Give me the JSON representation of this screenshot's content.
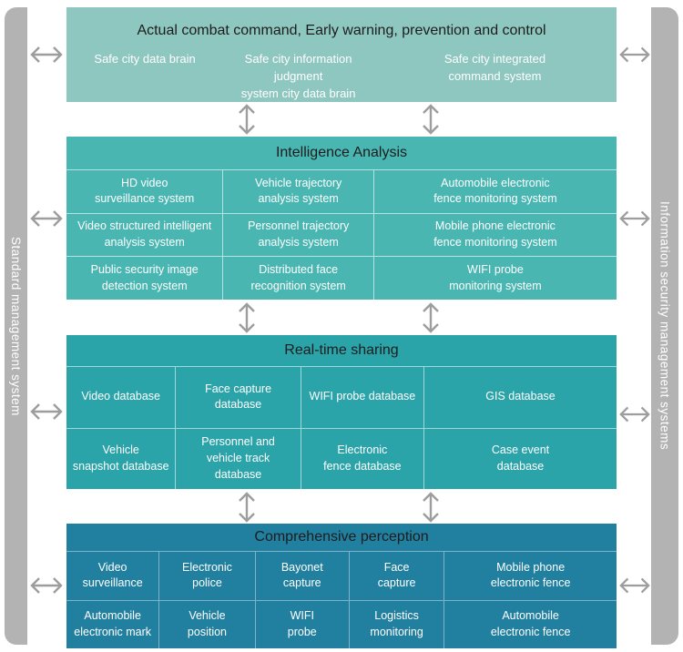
{
  "diagram": {
    "title_color": "#1d1d1d",
    "arrow_color": "#9d9d9d",
    "sidebar_color": "#b3b3b3"
  },
  "sidebars": {
    "left": {
      "label": "Standard management system"
    },
    "right": {
      "label": "Information security management systems"
    }
  },
  "layers": [
    {
      "title": "Actual combat command, Early warning, prevention and control",
      "color": "#8ec7bf",
      "items": [
        "Safe city data brain",
        "Safe city information judgment\nsystem city data brain",
        "Safe city integrated\ncommand system"
      ]
    },
    {
      "title": "Intelligence Analysis",
      "color": "#49b6b2",
      "items": [
        "HD video\nsurveillance system",
        "Vehicle trajectory\nanalysis system",
        "Automobile electronic\nfence monitoring system",
        "Video structured intelligent\nanalysis system",
        "Personnel trajectory\nanalysis system",
        "Mobile phone electronic\nfence monitoring system",
        "Public security image\ndetection system",
        "Distributed face\nrecognition system",
        "WIFI probe\nmonitoring system"
      ]
    },
    {
      "title": "Real-time sharing",
      "color": "#2aa3a9",
      "items": [
        "Video database",
        "Face capture database",
        "WIFI probe database",
        "GIS database",
        "Vehicle\nsnapshot database",
        "Personnel and\nvehicle track database",
        "Electronic\nfence database",
        "Case event\ndatabase"
      ]
    },
    {
      "title": "Comprehensive perception",
      "color": "#217f9f",
      "items": [
        "Video\nsurveillance",
        "Electronic\npolice",
        "Bayonet\ncapture",
        "Face\ncapture",
        "Mobile phone\nelectronic fence",
        "Automobile\nelectronic mark",
        "Vehicle\nposition",
        "WIFI\nprobe",
        "Logistics\nmonitoring",
        "Automobile\nelectronic fence"
      ]
    }
  ]
}
